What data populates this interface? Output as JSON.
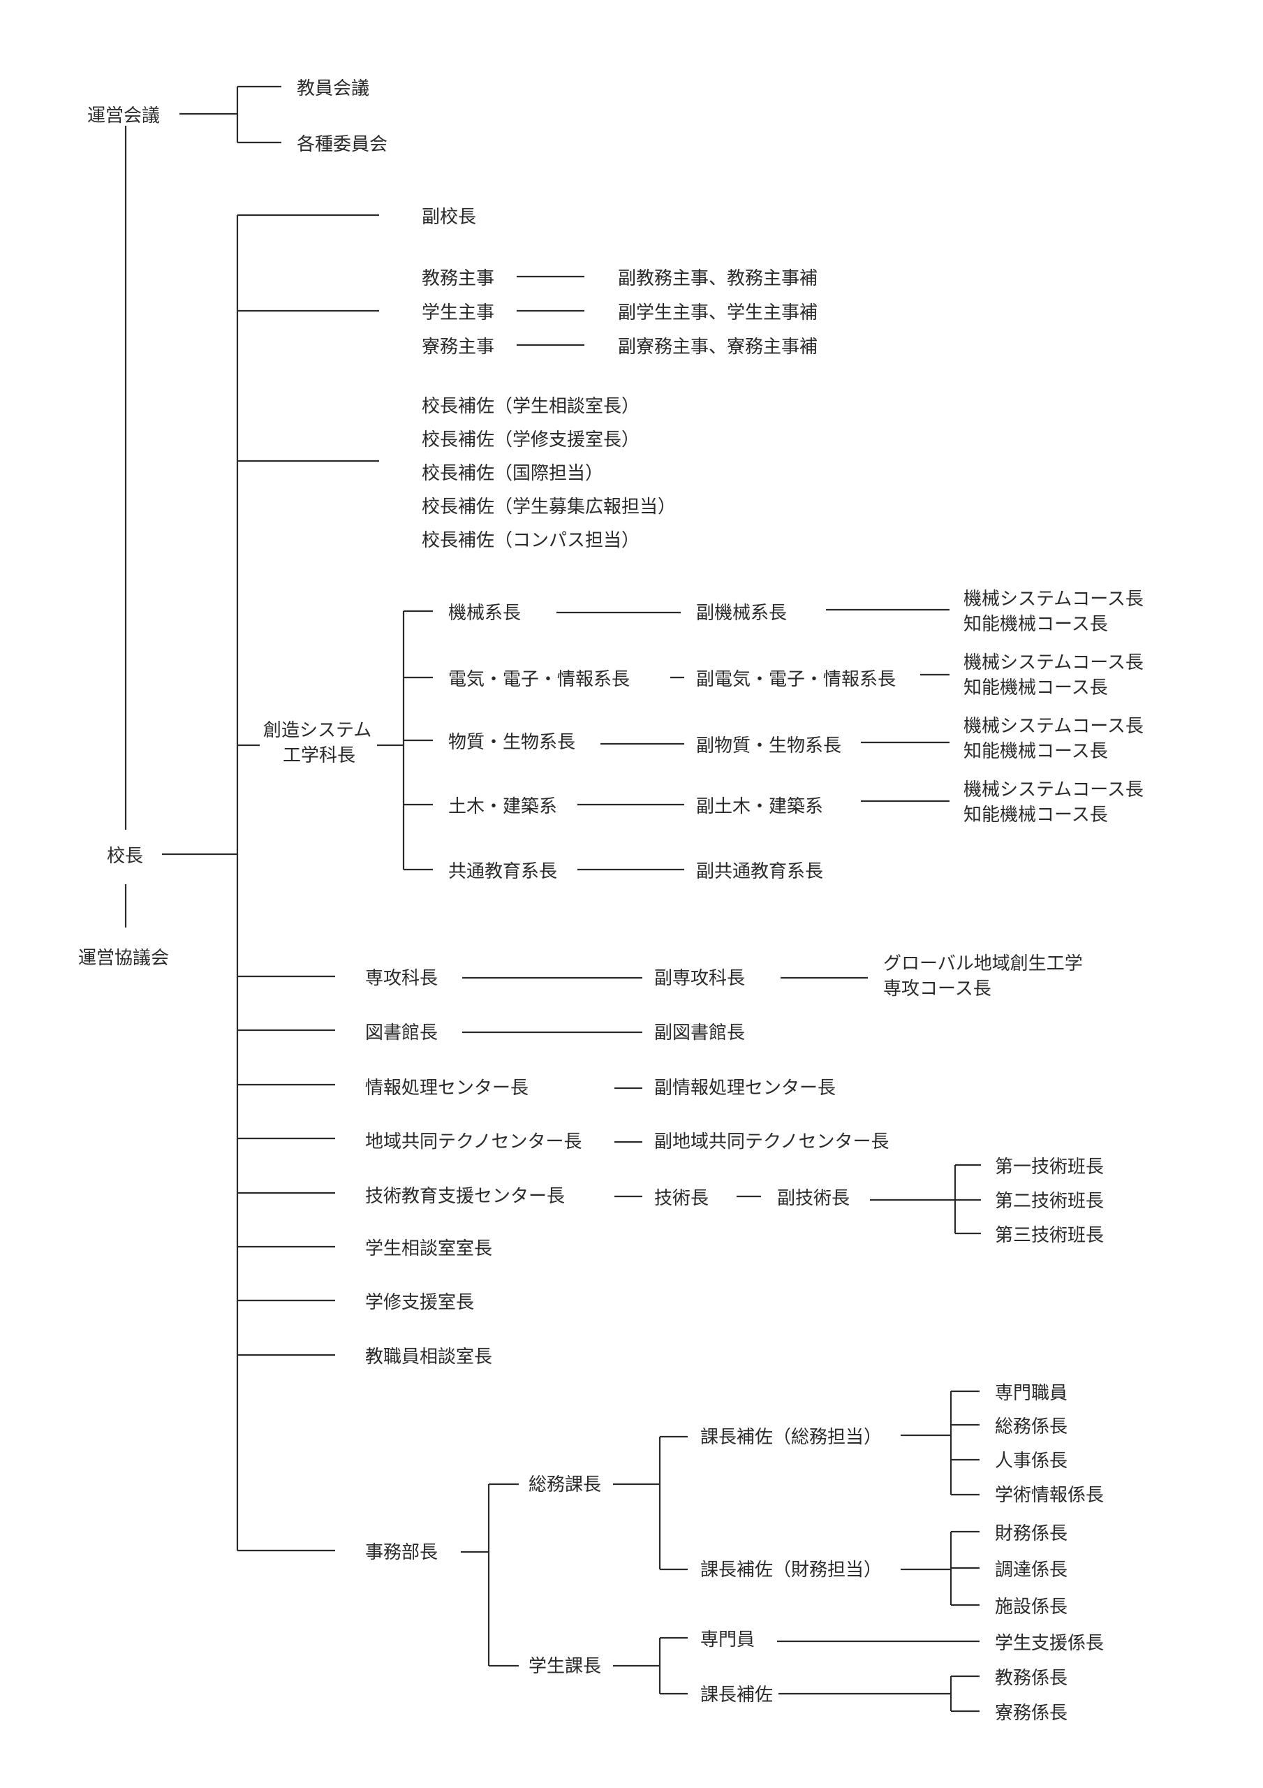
{
  "nodes": {
    "unei_kaigi": "運営会議",
    "kyoin_kaigi": "教員会議",
    "kakushu_iinkai": "各種委員会",
    "kocho": "校長",
    "unei_kyogikai": "運営協議会",
    "fuku_kocho": "副校長",
    "kyomu_shuji": "教務主事",
    "gakusei_shuji": "学生主事",
    "ryomu_shuji": "寮務主事",
    "fuku_kyomu": "副教務主事、教務主事補",
    "fuku_gakusei": "副学生主事、学生主事補",
    "fuku_ryomu": "副寮務主事、寮務主事補",
    "hosa_1": "校長補佐（学生相談室長）",
    "hosa_2": "校長補佐（学修支援室長）",
    "hosa_3": "校長補佐（国際担当）",
    "hosa_4": "校長補佐（学生募集広報担当）",
    "hosa_5": "校長補佐（コンパス担当）",
    "sozo_line1": "創造システム",
    "sozo_line2": "工学科長",
    "kikai": "機械系長",
    "fuku_kikai": "副機械系長",
    "denki": "電気・電子・情報系長",
    "fuku_denki": "副電気・電子・情報系長",
    "busshitsu": "物質・生物系長",
    "fuku_busshitsu": "副物質・生物系長",
    "doboku": "土木・建築系",
    "fuku_doboku": "副土木・建築系",
    "kyotsu": "共通教育系長",
    "fuku_kyotsu": "副共通教育系長",
    "course_a": "機械システムコース長",
    "course_b": "知能機械コース長",
    "senkou": "専攻科長",
    "fuku_senkou": "副専攻科長",
    "global_line1": "グローバル地域創生工学",
    "global_line2": "専攻コース長",
    "toshokan": "図書館長",
    "fuku_toshokan": "副図書館長",
    "joho": "情報処理センター長",
    "fuku_joho": "副情報処理センター長",
    "chiiki": "地域共同テクノセンター長",
    "fuku_chiiki": "副地域共同テクノセンター長",
    "gijutsu_center": "技術教育支援センター長",
    "gijutsucho": "技術長",
    "fuku_gijutsucho": "副技術長",
    "han_1": "第一技術班長",
    "han_2": "第二技術班長",
    "han_3": "第三技術班長",
    "gakusei_sodan": "学生相談室室長",
    "gakushu_shien": "学修支援室長",
    "kyoshokuin_sodan": "教職員相談室長",
    "jimu_bucho": "事務部長",
    "somu_kacho": "総務課長",
    "gakusei_kacho": "学生課長",
    "hosa_somu": "課長補佐（総務担当）",
    "hosa_zaimu": "課長補佐（財務担当）",
    "senmon_shokuin": "専門職員",
    "somu_kakaricho": "総務係長",
    "jinji_kakaricho": "人事係長",
    "gakujutsu_kakaricho": "学術情報係長",
    "zaimu_kakaricho": "財務係長",
    "chotatsu_kakaricho": "調達係長",
    "shisetsu_kakaricho": "施設係長",
    "senmon_in": "専門員",
    "kacho_hosa": "課長補佐",
    "gakusei_shien_kakaricho": "学生支援係長",
    "kyomu_kakaricho": "教務係長",
    "ryomu_kakaricho": "寮務係長"
  }
}
